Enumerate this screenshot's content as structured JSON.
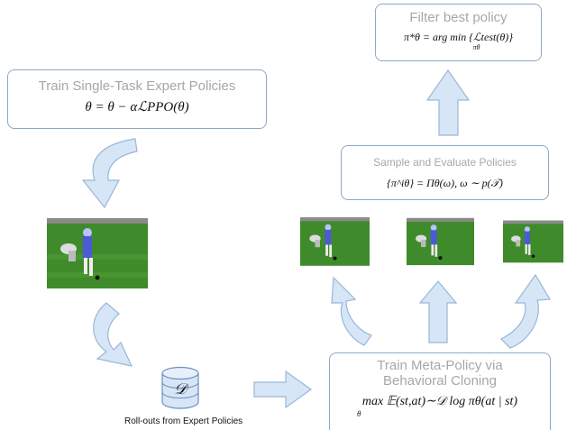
{
  "filter": {
    "title": "Filter best policy",
    "formula": "π*θ = arg min {ℒtest(θ)}",
    "formula_sub": "πθ"
  },
  "sample": {
    "title": "Sample and Evaluate Policies",
    "formula": "{π^iθ} = Πθ(ω), ω ∼ p(𝒯)"
  },
  "train_single": {
    "title": "Train Single-Task Expert Policies",
    "formula": "θ = θ − αℒPPO(θ)"
  },
  "meta": {
    "title_line1": "Train Meta-Policy via",
    "title_line2": "Behavioral Cloning",
    "formula": "max 𝔼(st,at)∼𝒟 log πθ(at | st)",
    "formula_sub": "θ"
  },
  "dataset": {
    "symbol": "𝒟",
    "caption": "Roll-outs from Expert Policies"
  },
  "colors": {
    "arrow_fill": "#d6e6f7",
    "arrow_stroke": "#9ab6d6",
    "box_border": "#8fa8c8",
    "grass": "#3f8b2b",
    "sky": "#8a8a8a"
  }
}
